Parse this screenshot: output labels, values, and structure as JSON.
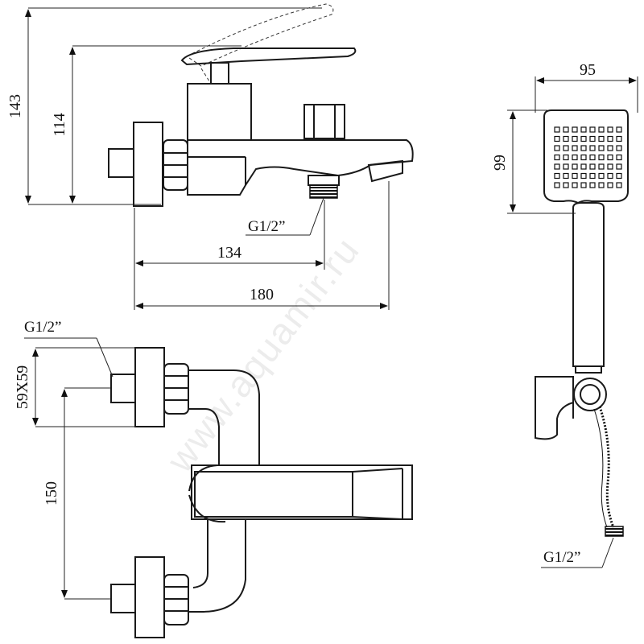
{
  "dimensions": {
    "total_height": "143",
    "lever_height": "114",
    "inlet_reach": "134",
    "spout_reach": "180",
    "shower_width": "95",
    "shower_height": "99",
    "flange_size": "59X59",
    "center_distance": "150"
  },
  "labels": {
    "outlet_thread": "G1/2”",
    "inlet_thread": "G1/2”",
    "hose_thread": "G1/2”"
  },
  "watermark": "www.aquamir.ru"
}
